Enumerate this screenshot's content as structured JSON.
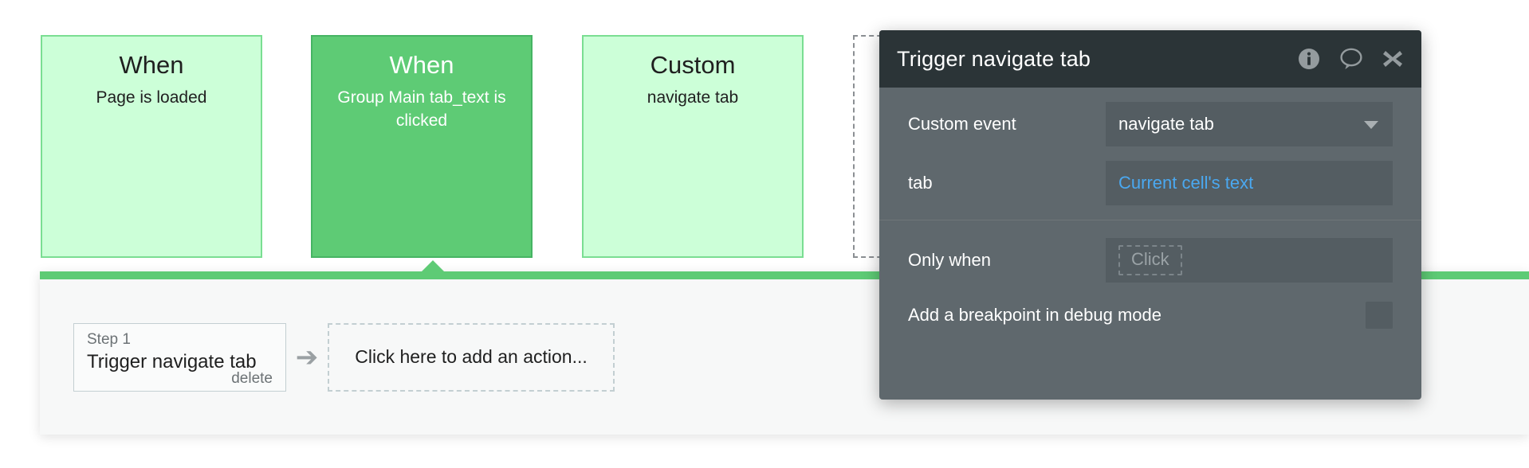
{
  "events": {
    "cards": [
      {
        "kind": "When",
        "description": "Page is loaded",
        "style": "light",
        "name": "event-card-page-loaded"
      },
      {
        "kind": "When",
        "description": "Group Main tab_text is clicked",
        "style": "solid",
        "name": "event-card-group-main-tab-text-clicked"
      },
      {
        "kind": "Custom",
        "description": "navigate tab",
        "style": "light",
        "name": "event-card-custom-navigate-tab"
      },
      {
        "kind": "",
        "description": "",
        "style": "ghost",
        "name": "event-card-placeholder"
      }
    ]
  },
  "workflow": {
    "step": {
      "index_label": "Step 1",
      "title": "Trigger navigate tab",
      "delete_label": "delete"
    },
    "arrow_icon": "➔",
    "add_action_label": "Click here to add an action...",
    "accent_color": "#5ecb75"
  },
  "property_editor": {
    "title": "Trigger navigate tab",
    "icons": {
      "info": "info-icon",
      "comment": "comment-icon",
      "close": "close-icon"
    },
    "fields": [
      {
        "label": "Custom event",
        "value": "navigate tab",
        "type": "dropdown",
        "dynamic": false
      },
      {
        "label": "tab",
        "value": "Current cell's text",
        "type": "expression",
        "dynamic": true
      }
    ],
    "only_when": {
      "label": "Only when",
      "placeholder": "Click"
    },
    "breakpoint": {
      "label": "Add a breakpoint in debug mode",
      "checked": false
    },
    "colors": {
      "header_bg": "#2b3437",
      "body_bg": "#5f686d",
      "field_bg": "#545d62",
      "dynamic_text": "#4aa8f0"
    }
  }
}
